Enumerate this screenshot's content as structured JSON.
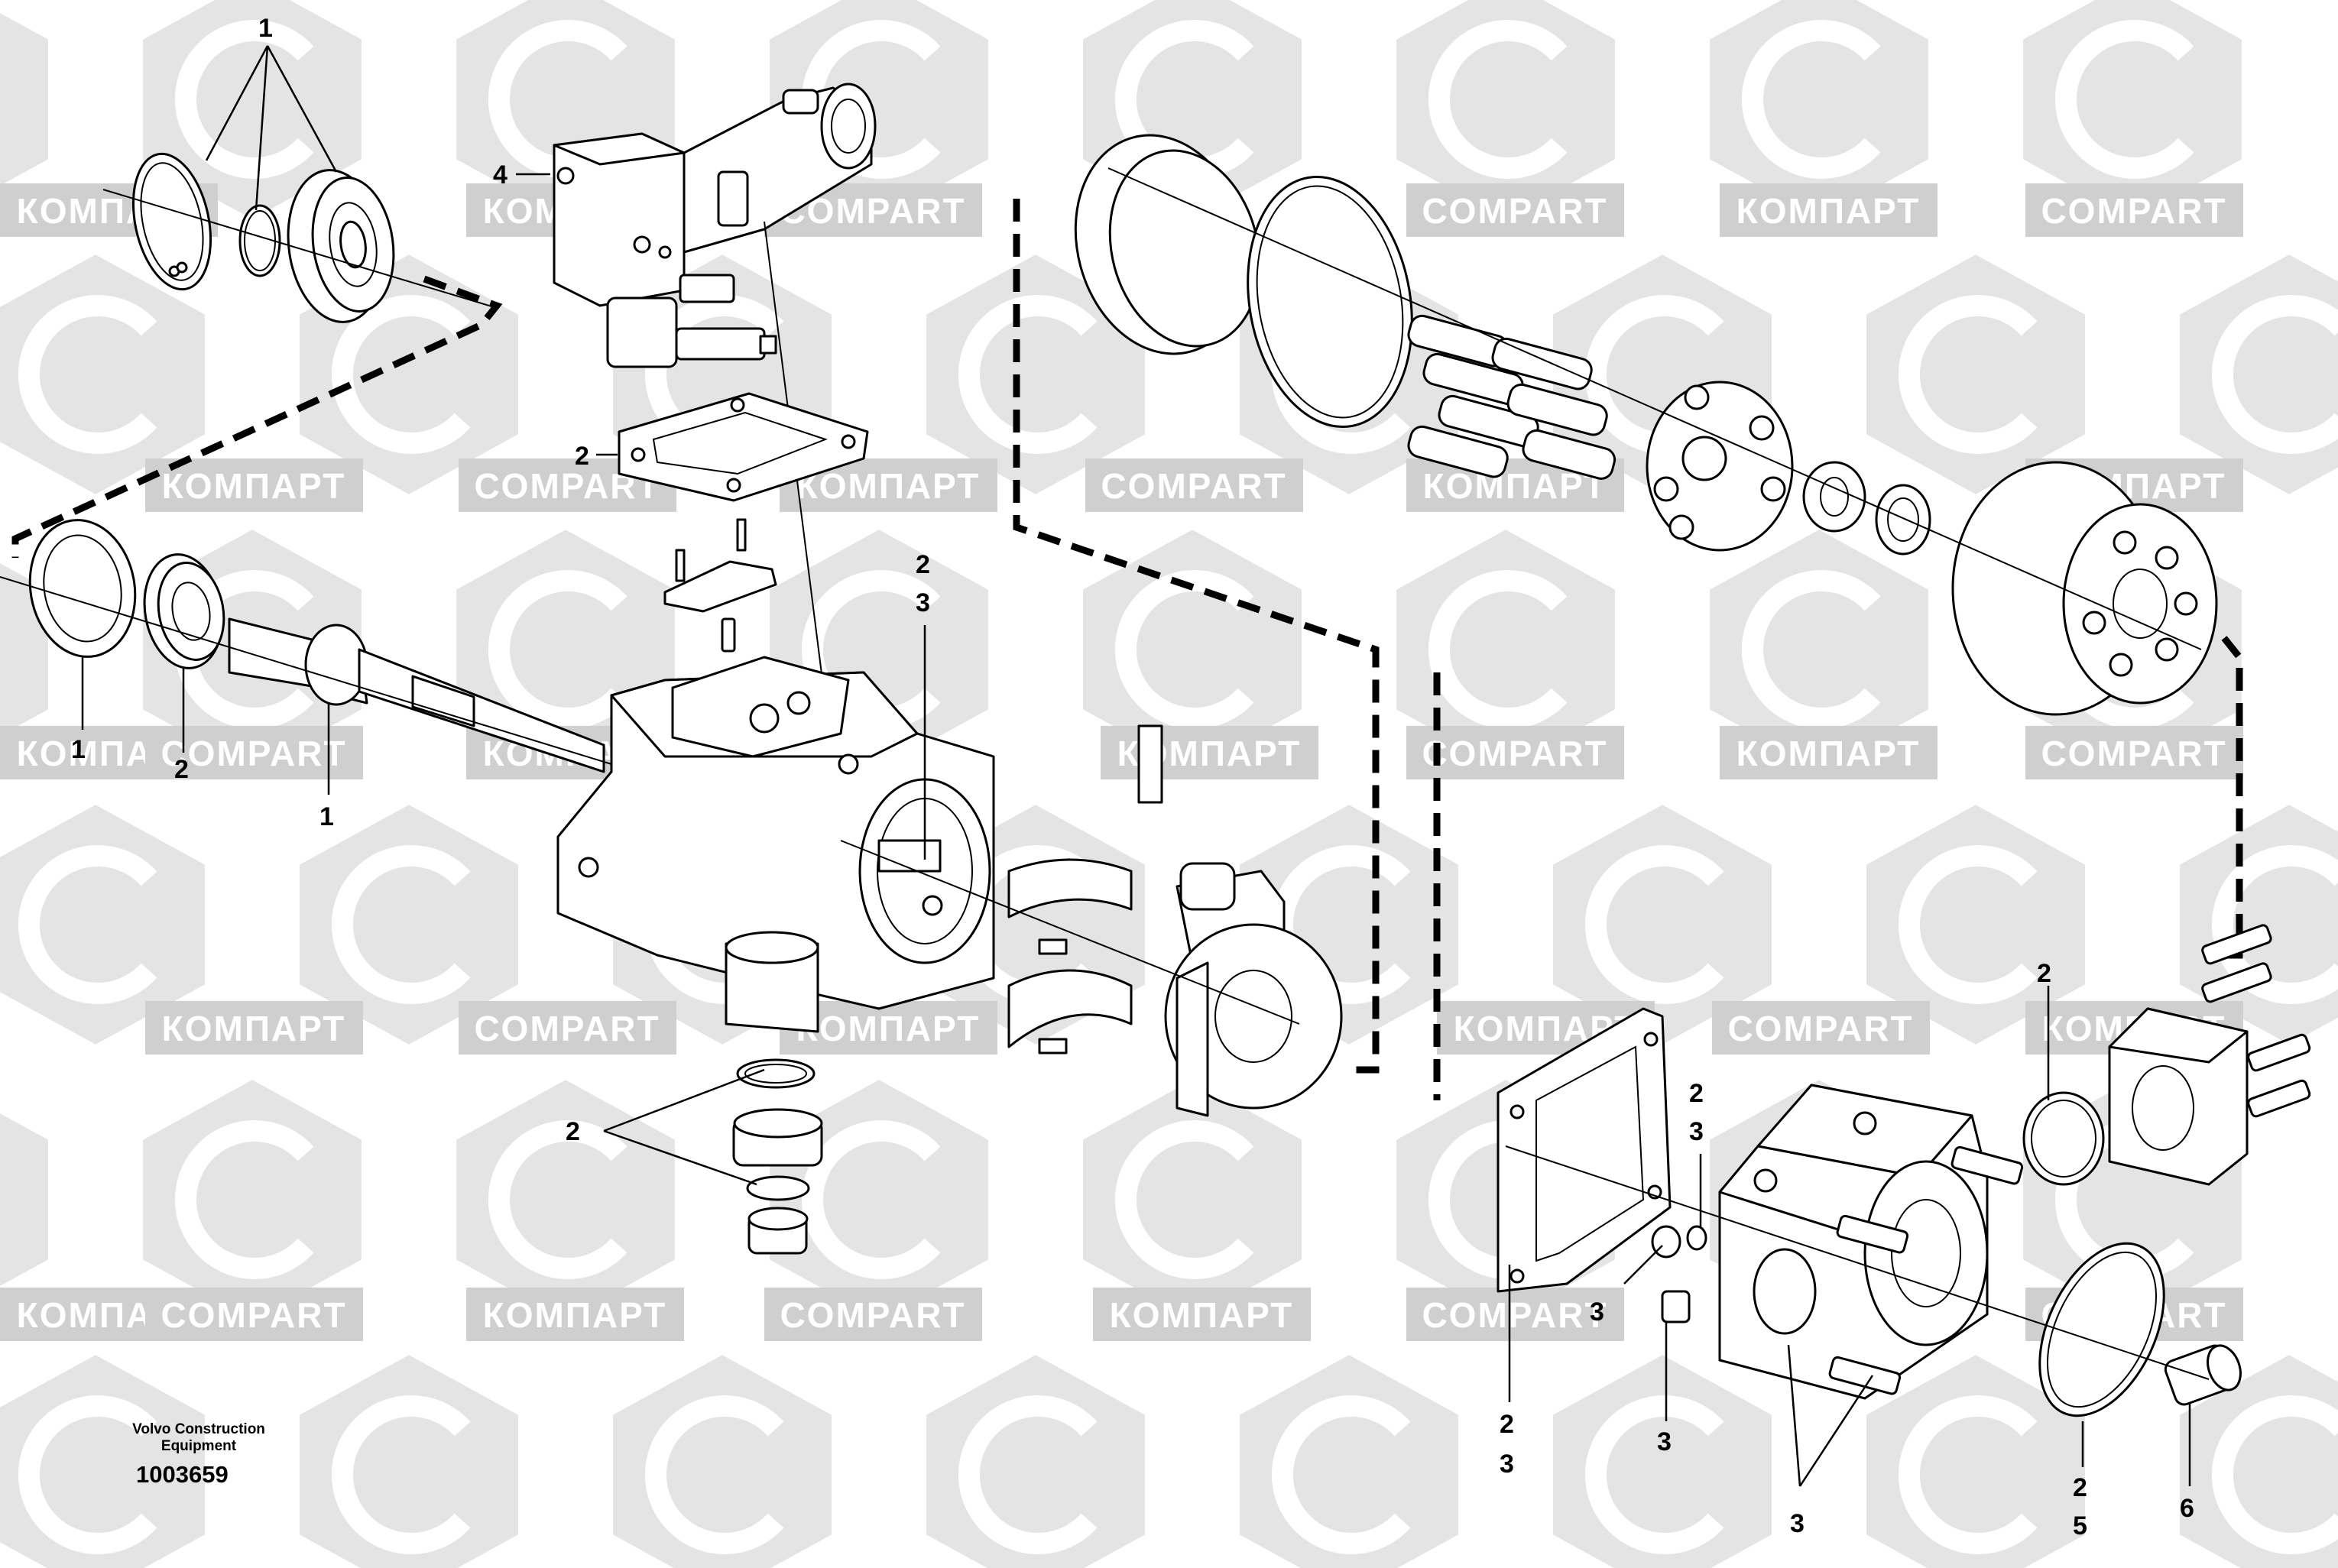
{
  "diagram": {
    "credit_line1": "Volvo Construction",
    "credit_line2": "Equipment",
    "drawing_number": "1003659"
  },
  "watermark": {
    "text_cyrillic": "КОМПАРТ",
    "text_latin": "COMPART",
    "color": "#e4e4e4",
    "text_color": "#cfcfcf"
  },
  "callouts": {
    "c_1_top": "1",
    "c_4": "4",
    "c_2_gasket": "2",
    "c_2_body_a": "2",
    "c_3_body_a": "3",
    "c_1_ring": "1",
    "c_2_seal": "2",
    "c_1_shaft": "1",
    "c_2_plugs": "2",
    "c_2_right_oring": "2",
    "c_2_mid": "2",
    "c_3_mid": "3",
    "c_3_bolt_left": "3",
    "c_2_gasket_bottom": "2",
    "c_3_gasket_bottom": "3",
    "c_3_plug_bottom": "3",
    "c_3_bolts_bottom": "3",
    "c_2_oring_bottom": "2",
    "c_5": "5",
    "c_6": "6"
  }
}
